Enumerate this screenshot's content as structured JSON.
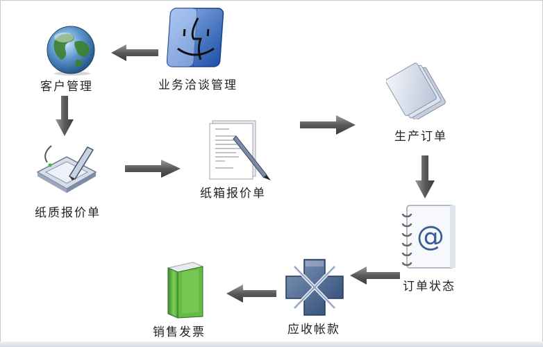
{
  "nodes": {
    "customer_management": "客户管理",
    "business_negotiation": "业务洽谈管理",
    "paper_quote": "纸质报价单",
    "carton_quote": "纸箱报价单",
    "production_order": "生产订单",
    "order_status": "订单状态",
    "receivables": "应收帐款",
    "sales_invoice": "销售发票"
  },
  "icons": {
    "customer_management": "globe-icon",
    "business_negotiation": "finder-face-icon",
    "paper_quote": "drawing-tablet-icon",
    "carton_quote": "document-pen-icon",
    "production_order": "stacked-papers-icon",
    "order_status": "address-book-icon",
    "receivables": "network-hub-icon",
    "sales_invoice": "green-book-icon"
  },
  "colors": {
    "arrow": "#5e5e5e",
    "label": "#222222"
  }
}
